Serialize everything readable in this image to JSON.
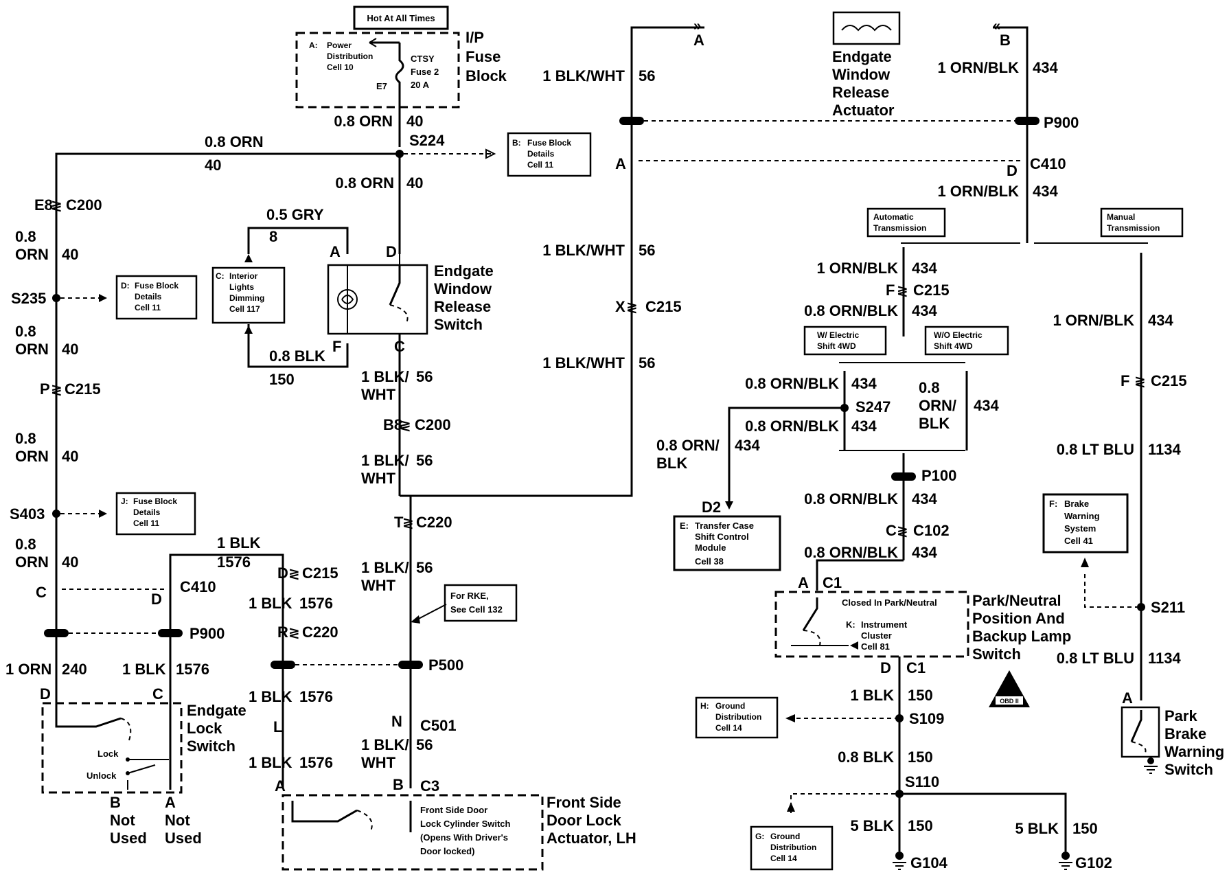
{
  "top": {
    "hot": "Hot At All Times",
    "ip1": "I/P",
    "ip2": "Fuse",
    "ip3": "Block",
    "pd": [
      "Power",
      "Distribution",
      "Cell 10"
    ],
    "fuse": [
      "CTSY",
      "Fuse 2",
      "20 A"
    ],
    "pin_a": "A:",
    "e7": "E7",
    "w_orn08": "0.8 ORN",
    "c40": "40",
    "s224": "S224",
    "b_ref": [
      "Fuse Block",
      "Details",
      "Cell 11"
    ],
    "b_letter": "B:"
  },
  "left": {
    "w_orn08": "0.8 ORN",
    "c40": "40",
    "e8": "E8",
    "c200": "C200",
    "n08": "0.8",
    "orn": "ORN",
    "s235": "S235",
    "d_letter": "D:",
    "d_ref": [
      "Fuse Block",
      "Details",
      "Cell 11"
    ],
    "p": "P",
    "c215": "C215",
    "s403": "S403",
    "j_letter": "J:",
    "j_ref": [
      "Fuse Block",
      "Details",
      "Cell 11"
    ],
    "c": "C",
    "d": "D",
    "c410": "C410",
    "p900": "P900",
    "w1orn": "1 ORN",
    "c240": "240",
    "w1blk": "1 BLK",
    "c1576": "1576",
    "pd_letter": "D",
    "pc_letter": "C",
    "els": [
      "Endgate",
      "Lock",
      "Switch"
    ],
    "lock": "Lock",
    "unlock": "Unlock",
    "b": "B",
    "a": "A",
    "not": "Not",
    "used": "Used"
  },
  "ewrs": {
    "gry": "0.5 GRY",
    "c8": "8",
    "pa": "A",
    "pd": "D",
    "pf": "F",
    "pc": "C",
    "c_letter": "C:",
    "c_ref": [
      "Interior",
      "Lights",
      "Dimming",
      "Cell 117"
    ],
    "blk": "0.8 BLK",
    "c150": "150",
    "title": [
      "Endgate",
      "Window",
      "Release",
      "Switch"
    ]
  },
  "center": {
    "w1": "1 BLK/",
    "w2": "WHT",
    "c56": "56",
    "b8": "B8",
    "c200": "C200",
    "t": "T",
    "c220": "C220",
    "rke": [
      "For RKE,",
      "See Cell 132"
    ],
    "p500": "P500",
    "d": "D",
    "c215": "C215",
    "r": "R",
    "c220b": "C220",
    "w1blk": "1 BLK",
    "c1576": "1576",
    "l": "L",
    "n": "N",
    "c501": "C501",
    "a": "A",
    "b": "B",
    "c3": "C3",
    "fsd": [
      "Front Side Door",
      "Lock Cylinder Switch",
      "(Opens With Driver's",
      "Door locked)"
    ],
    "act": [
      "Front Side",
      "Door Lock",
      "Actuator, LH"
    ],
    "blk1576": "1576"
  },
  "actuator": {
    "a": "A",
    "b": "B",
    "title": [
      "Endgate",
      "Window",
      "Release",
      "Actuator"
    ],
    "w_blkwht": "1 BLK/WHT",
    "c56": "56",
    "w_ornblk": "1 ORN/BLK",
    "c434": "434",
    "p900": "P900",
    "c410": "C410",
    "x": "X",
    "c215": "C215"
  },
  "right": {
    "auto": [
      "Automatic",
      "Transmission"
    ],
    "manual": [
      "Manual",
      "Transmission"
    ],
    "w1": "1 ORN/BLK",
    "c434": "434",
    "f": "F",
    "c215": "C215",
    "w08": "0.8 ORN/BLK",
    "e4wd": [
      "W/    Electric",
      "Shift 4WD"
    ],
    "wo4wd": [
      "W/O Electric",
      "Shift 4WD"
    ],
    "s247": "S247",
    "n08": "0.8",
    "ornsl": "ORN/",
    "blk": "BLK",
    "w08b": "0.8 ORN/",
    "d2": "D2",
    "e_letter": "E:",
    "e_ref": [
      "Transfer Case",
      "Shift Control",
      "Module",
      "Cell 38"
    ],
    "p100": "P100",
    "c": "C",
    "c102": "C102",
    "a": "A",
    "c1": "C1",
    "closed": "Closed In Park/Neutral",
    "k_letter": "K:",
    "k_ref": [
      "Instrument",
      "Cluster",
      "Cell 81"
    ],
    "pnp": [
      "Park/Neutral",
      "Position And",
      "Backup Lamp",
      "Switch"
    ],
    "d": "D",
    "c1b": "C1",
    "h_letter": "H:",
    "h_ref": [
      "Ground",
      "Distribution",
      "Cell 14"
    ],
    "w1blk": "1 BLK",
    "c150": "150",
    "s109": "S109",
    "w08blk": "0.8 BLK",
    "s110": "S110",
    "g_letter": "G:",
    "g_ref": [
      "Ground",
      "Distribution",
      "Cell 14"
    ],
    "w5blk": "5 BLK",
    "g104": "G104",
    "g102": "G102",
    "obd": "OBD II",
    "ltblu": "0.8 LT BLU",
    "c1134": "1134",
    "f_letter": "F:",
    "f_ref": [
      "Brake",
      "Warning",
      "System",
      "Cell 41"
    ],
    "s211": "S211",
    "pbw": [
      "Park",
      "Brake",
      "Warning",
      "Switch"
    ],
    "ma": "A"
  }
}
